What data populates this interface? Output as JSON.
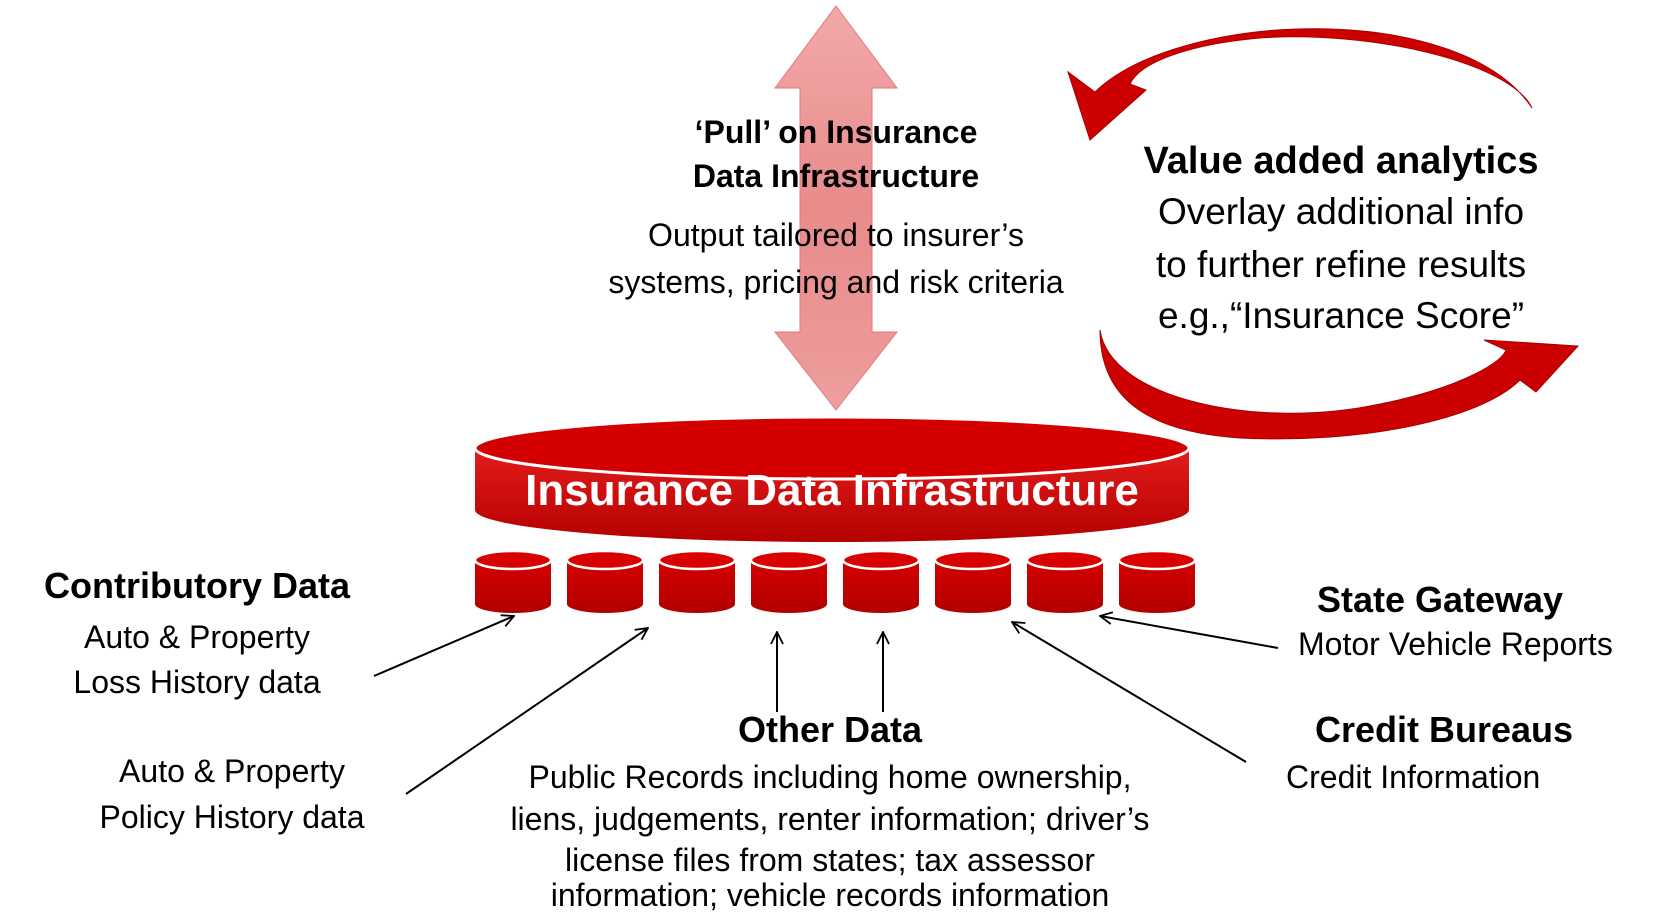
{
  "pull": {
    "title_line1": "‘Pull’ on Insurance",
    "title_line2": "Data Infrastructure",
    "body_line1": "Output tailored to insurer’s",
    "body_line2": "systems, pricing and risk criteria"
  },
  "analytics": {
    "title": "Value added analytics",
    "line1": "Overlay additional info",
    "line2": "to further refine results",
    "line3": "e.g.,“Insurance Score”"
  },
  "infrastructure": {
    "label": "Insurance Data Infrastructure",
    "source_cylinder_count": 8
  },
  "sources": {
    "contributory": {
      "title": "Contributory Data",
      "loss_line1": "Auto & Property",
      "loss_line2": "Loss History data",
      "policy_line1": "Auto & Property",
      "policy_line2": "Policy History data"
    },
    "state_gateway": {
      "title": "State Gateway",
      "body": "Motor Vehicle Reports"
    },
    "credit_bureaus": {
      "title": "Credit Bureaus",
      "body": "Credit Information"
    },
    "other": {
      "title": "Other Data",
      "line1": "Public Records including home ownership,",
      "line2": "liens, judgements, renter information; driver’s",
      "line3": "license files from states; tax assessor",
      "line4": "information; vehicle records information"
    }
  },
  "colors": {
    "accent_red": "#cc0000",
    "dark_red": "#9e0000",
    "arrow_pink": "#e89090"
  }
}
